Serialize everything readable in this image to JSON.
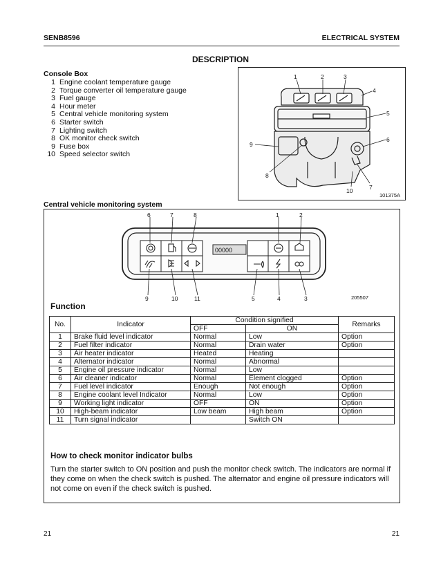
{
  "header": {
    "doc_id": "SENB8596",
    "section": "ELECTRICAL SYSTEM"
  },
  "title": "DESCRIPTION",
  "console_box": {
    "heading": "Console Box",
    "items": [
      {
        "num": "1",
        "label": "Engine coolant temperature gauge"
      },
      {
        "num": "2",
        "label": "Torque converter oil temperature gauge"
      },
      {
        "num": "3",
        "label": "Fuel gauge"
      },
      {
        "num": "4",
        "label": "Hour meter"
      },
      {
        "num": "5",
        "label": "Central vehicle monitoring system"
      },
      {
        "num": "6",
        "label": "Starter switch"
      },
      {
        "num": "7",
        "label": "Lighting switch"
      },
      {
        "num": "8",
        "label": "OK monitor check switch"
      },
      {
        "num": "9",
        "label": "Fuse box"
      },
      {
        "num": "10",
        "label": "Speed selector switch"
      }
    ],
    "figure": {
      "callouts": [
        "1",
        "2",
        "3",
        "4",
        "5",
        "6",
        "7",
        "8",
        "9",
        "10"
      ],
      "figure_id": "101375A"
    }
  },
  "monitoring": {
    "heading": "Central vehicle monitoring system",
    "callouts_top": [
      "6",
      "7",
      "8",
      "1",
      "2"
    ],
    "callouts_bottom": [
      "9",
      "10",
      "11",
      "5",
      "4",
      "3"
    ],
    "hour_display": "00000",
    "figure_id": "205507"
  },
  "function": {
    "heading": "Function",
    "col_no": "No.",
    "col_indicator": "Indicator",
    "col_condition": "Condition signified",
    "col_off": "OFF",
    "col_on": "ON",
    "col_remarks": "Remarks",
    "rows": [
      {
        "no": "1",
        "indicator": "Brake fluid level indicator",
        "off": "Normal",
        "on": "Low",
        "remarks": "Option"
      },
      {
        "no": "2",
        "indicator": "Fuel filter indicator",
        "off": "Normal",
        "on": "Drain water",
        "remarks": "Option"
      },
      {
        "no": "3",
        "indicator": "Air heater  indicator",
        "off": "Heated",
        "on": "Heating",
        "remarks": ""
      },
      {
        "no": "4",
        "indicator": "Alternator indicator",
        "off": "Normal",
        "on": "Abnormal",
        "remarks": ""
      },
      {
        "no": "5",
        "indicator": "Engine oil pressure indicator",
        "off": "Normal",
        "on": "Low",
        "remarks": ""
      },
      {
        "no": "6",
        "indicator": "Air cleaner indicator",
        "off": "Normal",
        "on": "Element clogged",
        "remarks": "Option"
      },
      {
        "no": "7",
        "indicator": "Fuel level indicator",
        "off": "Enough",
        "on": "Not enough",
        "remarks": "Option"
      },
      {
        "no": "8",
        "indicator": "Engine coolant level Indicator",
        "off": "Normal",
        "on": "Low",
        "remarks": "Option"
      },
      {
        "no": "9",
        "indicator": "Working light indicator",
        "off": "OFF",
        "on": "ON",
        "remarks": "Option"
      },
      {
        "no": "10",
        "indicator": "High-beam indicator",
        "off": "Low beam",
        "on": "High beam",
        "remarks": "Option"
      },
      {
        "no": "11",
        "indicator": "Turn signal indicator",
        "off": "",
        "on": "Switch ON",
        "remarks": ""
      }
    ]
  },
  "howto": {
    "heading": "How to check monitor indicator bulbs",
    "text": "Turn the starter switch to ON position and push the monitor check switch.  The indicators are normal if they come on when the check switch is pushed.  The alternator and engine oil pressure indicators will not come on even if the check switch is pushed."
  },
  "footer": {
    "left_page": "21",
    "right_page": "21"
  }
}
